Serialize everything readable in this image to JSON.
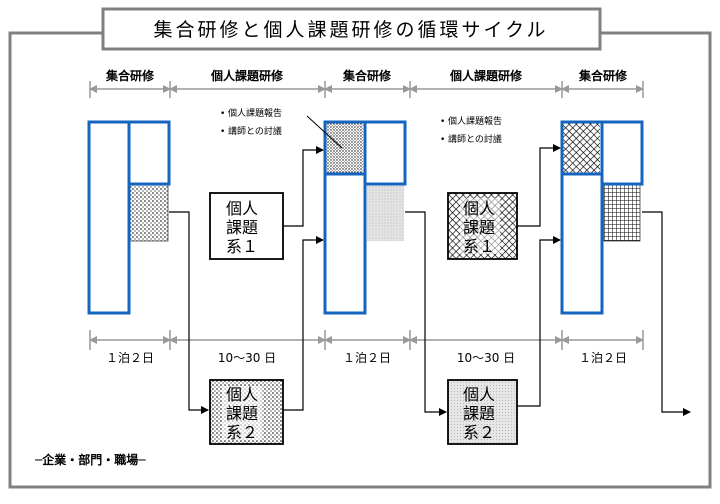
{
  "title": "集合研修と個人課題研修の循環サイクル",
  "phases": {
    "p1": "集合研修",
    "p2": "個人課題研修",
    "p3": "集合研修",
    "p4": "個人課題研修",
    "p5": "集合研修"
  },
  "durations": {
    "d1": "１泊２日",
    "d2": "10～30 日",
    "d3": "１泊２日",
    "d4": "10～30 日",
    "d5": "１泊２日"
  },
  "notes": {
    "report": "個人課題報告",
    "discussion": "講師との討議",
    "report2": "個人課題報告",
    "discussion2": "講師との討議"
  },
  "tasks": {
    "task1_l1": "個",
    "task1_l2": "人",
    "task1_l3": "課",
    "task1_l4": "題",
    "task1_l5": "系",
    "task1_l6": "１",
    "task2_l1": "個",
    "task2_l2": "人",
    "task2_l3": "課",
    "task2_l4": "題",
    "task2_l5": "系",
    "task2_l6": "２",
    "task3_l1": "個",
    "task3_l2": "人",
    "task3_l3": "課",
    "task3_l4": "題",
    "task3_l5": "系",
    "task3_l6": "１",
    "task4_l1": "個",
    "task4_l2": "人",
    "task4_l3": "課",
    "task4_l4": "題",
    "task4_l5": "系",
    "task4_l6": "２"
  },
  "workplace": "─企業・部門・職場─",
  "colors": {
    "accent": "#1565c0",
    "frame": "#808080"
  }
}
